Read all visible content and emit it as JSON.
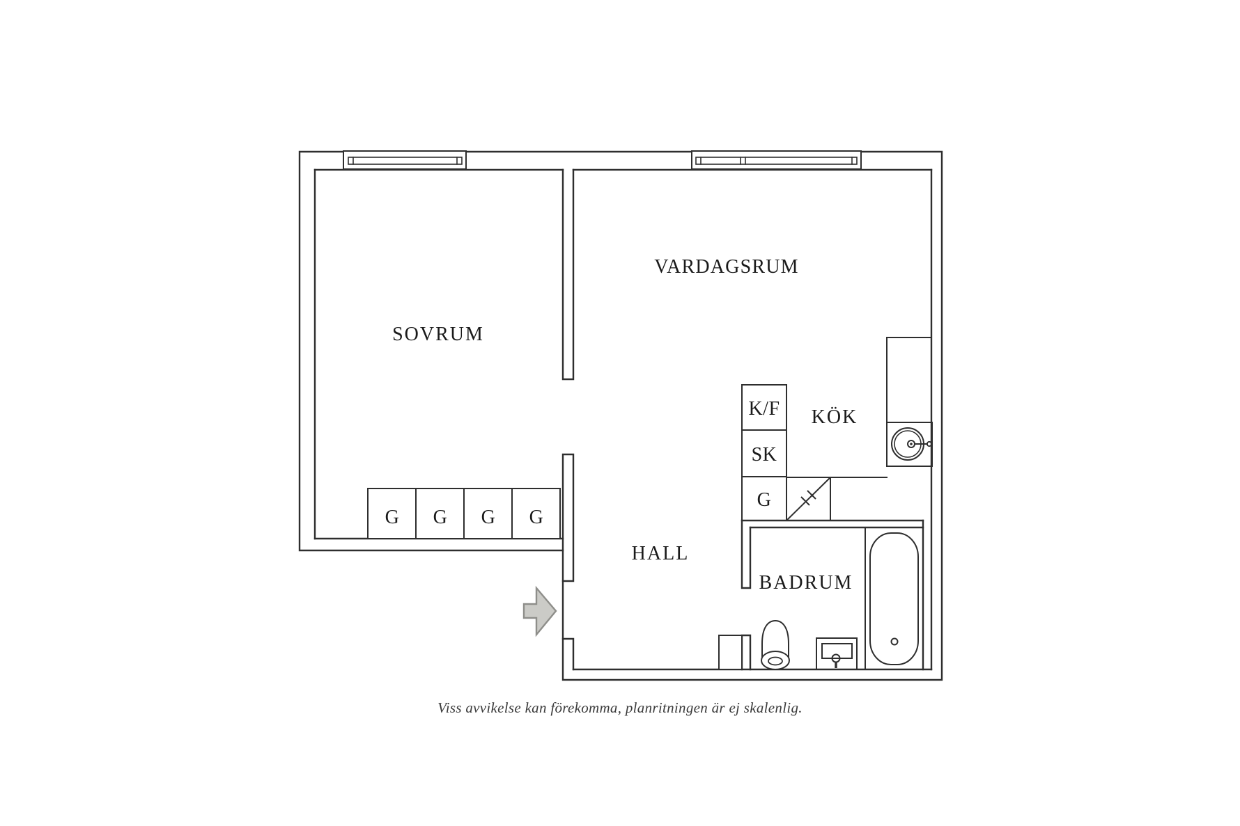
{
  "plan": {
    "labels": {
      "bedroom": "SOVRUM",
      "living_room": "VARDAGSRUM",
      "kitchen": "KÖK",
      "hall": "HALL",
      "bathroom": "BADRUM"
    },
    "fixture_labels": {
      "fridge_freezer": "K/F",
      "cabinet": "SK",
      "hall_wardrobe": "G",
      "bedroom_wardrobes": [
        "G",
        "G",
        "G",
        "G"
      ]
    },
    "caption": "Viss avvikelse kan förekomma, planritningen är ej skalenlig.",
    "colors": {
      "background": "#ffffff",
      "line": "#2e2e2e",
      "text": "#1a1a1a",
      "caption_text": "#3a3a3a",
      "arrow_fill": "#cbcbc7",
      "arrow_stroke": "#8e8e8a"
    }
  }
}
